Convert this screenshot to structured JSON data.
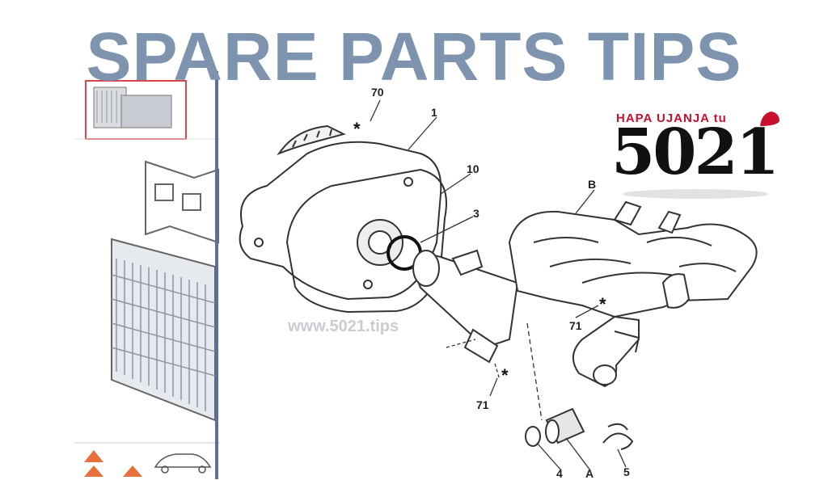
{
  "banner": {
    "title": "SPARE PARTS TIPS"
  },
  "brand": {
    "tagline": "HAPA UJANJA tu",
    "number": "5021",
    "accent_color": "#c8102e"
  },
  "watermark": {
    "text": "www.5021.tips"
  },
  "callouts": {
    "c1": "1",
    "c3": "3",
    "c10": "10",
    "c70": "70",
    "c71a": "71",
    "c71b": "71",
    "cB": "B",
    "cA": "A",
    "c4": "4",
    "c5": "5"
  },
  "colors": {
    "banner": "#7e93ad",
    "divider": "#5a6f9a",
    "thumb_border": "#d8454a",
    "nav_arrow": "#e8703a"
  }
}
